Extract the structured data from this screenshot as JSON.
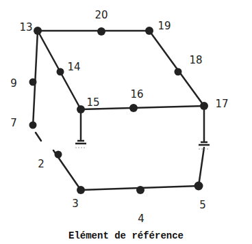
{
  "diagram": {
    "caption": "Elément de référence",
    "labels": [
      "20",
      "13",
      "19",
      "14",
      "18",
      "9",
      "15",
      "16",
      "17",
      "7",
      "2",
      "3",
      "4",
      "5"
    ]
  }
}
